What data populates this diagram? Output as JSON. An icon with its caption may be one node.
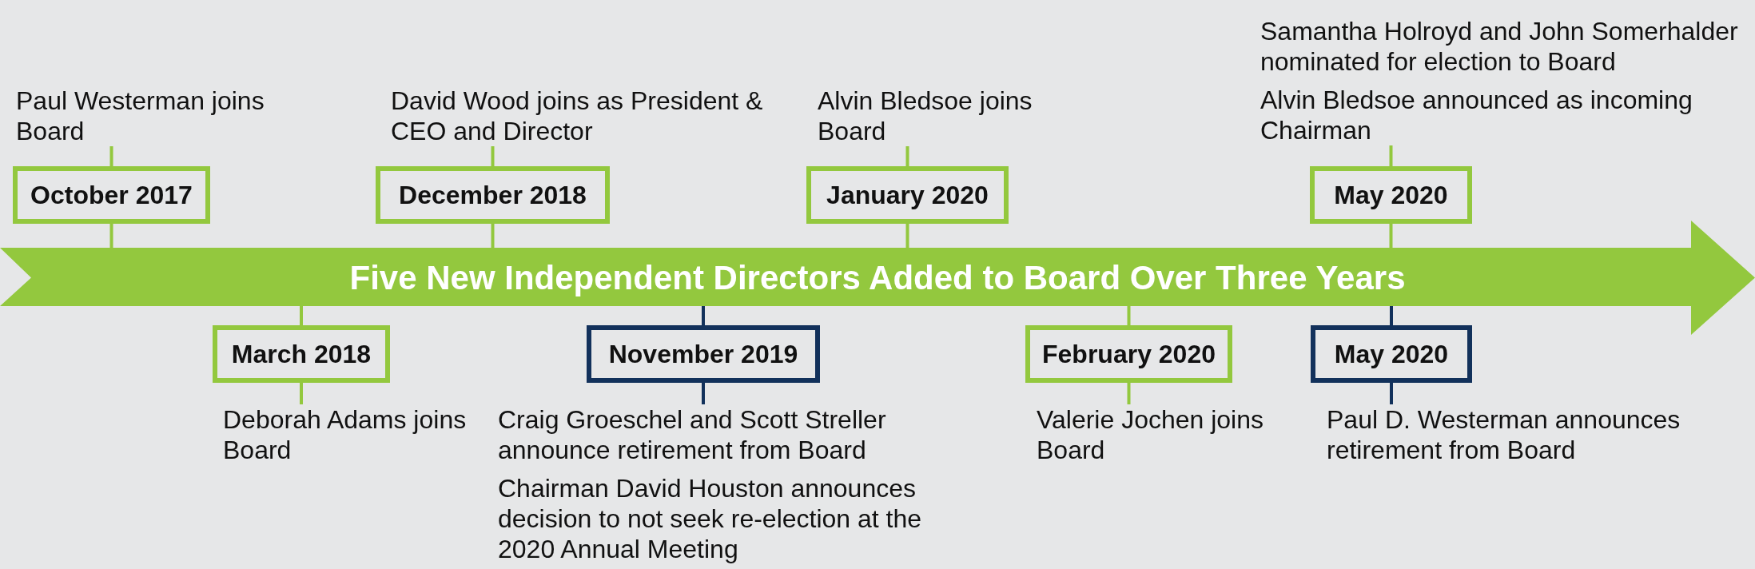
{
  "diagram": {
    "nodes": [
      {
        "text": [
          "Five New Independent Directors Added to Board Over Three Years"
        ]
      },
      {
        "text": [
          "October 2017"
        ]
      },
      {
        "text": [
          "Paul Westerman joins Board"
        ]
      },
      {
        "text": [
          "March 2018"
        ]
      },
      {
        "text": [
          "Deborah Adams joins Board"
        ]
      },
      {
        "text": [
          "December 2018"
        ]
      },
      {
        "text": [
          "David Wood joins as President & CEO and Director"
        ]
      },
      {
        "text": [
          "November 2019"
        ]
      },
      {
        "text": [
          "Craig Groeschel and Scott Streller announce retirement from Board",
          "Chairman David Houston announces decision to not seek re-election at the 2020 Annual Meeting"
        ]
      },
      {
        "text": [
          "January 2020"
        ]
      },
      {
        "text": [
          "Alvin Bledsoe joins Board"
        ]
      },
      {
        "text": [
          "February 2020"
        ]
      },
      {
        "text": [
          "Valerie Jochen joins Board"
        ]
      },
      {
        "text": [
          "May 2020"
        ]
      },
      {
        "text": [
          "Samantha Holroyd and John Somerhalder nominated for election to Board",
          "Alvin Bledsoe announced as incoming Chairman"
        ]
      },
      {
        "text": [
          "May 2020"
        ]
      },
      {
        "text": [
          "Paul D. Westerman announces retirement from Board"
        ]
      }
    ],
    "edges": [
      {
        "from": 2,
        "to": 1,
        "arrow": "none"
      },
      {
        "from": 1,
        "to": 0,
        "arrow": "none"
      },
      {
        "from": 4,
        "to": 3,
        "arrow": "none"
      },
      {
        "from": 3,
        "to": 0,
        "arrow": "none"
      },
      {
        "from": 6,
        "to": 5,
        "arrow": "none"
      },
      {
        "from": 5,
        "to": 0,
        "arrow": "none"
      },
      {
        "from": 8,
        "to": 7,
        "arrow": "none",
        "color": "#12315b"
      },
      {
        "from": 7,
        "to": 0,
        "arrow": "none",
        "color": "#12315b"
      },
      {
        "from": 10,
        "to": 9,
        "arrow": "none"
      },
      {
        "from": 9,
        "to": 0,
        "arrow": "none"
      },
      {
        "from": 12,
        "to": 11,
        "arrow": "none"
      },
      {
        "from": 11,
        "to": 0,
        "arrow": "none"
      },
      {
        "from": 14,
        "to": 13,
        "arrow": "none"
      },
      {
        "from": 13,
        "to": 0,
        "arrow": "none"
      },
      {
        "from": 16,
        "to": 15,
        "arrow": "none",
        "color": "#12315b"
      },
      {
        "from": 15,
        "to": 0,
        "arrow": "none",
        "color": "#12315b"
      }
    ]
  }
}
